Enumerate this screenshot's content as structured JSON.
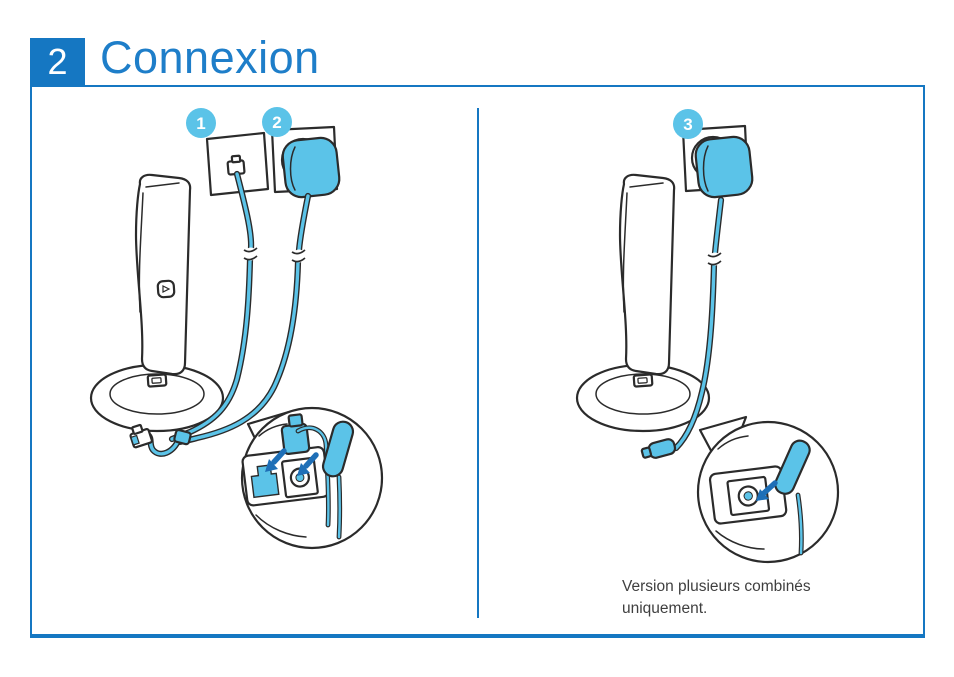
{
  "header": {
    "chapter_number": "2",
    "title": "Connexion"
  },
  "left_panel": {
    "badges": [
      "1",
      "2"
    ]
  },
  "right_panel": {
    "badges": [
      "3"
    ],
    "caption_line1": "Version plusieurs combinés",
    "caption_line2": "uniquement."
  },
  "colors": {
    "accent_blue": "#1577c2",
    "illustration_light_blue": "#5bc3e8",
    "arrow_blue": "#1e6fb7",
    "outline_dark": "#2b2b2b",
    "caption_text": "#3f3f3f"
  },
  "icons": [
    "phone-wall-socket-icon",
    "power-wall-socket-icon",
    "power-adapter-icon",
    "handset-icon",
    "base-station-icon",
    "rj11-plug-icon",
    "dc-plug-icon",
    "line-port-icon",
    "power-port-icon",
    "arrow-icon",
    "callout-circle"
  ]
}
